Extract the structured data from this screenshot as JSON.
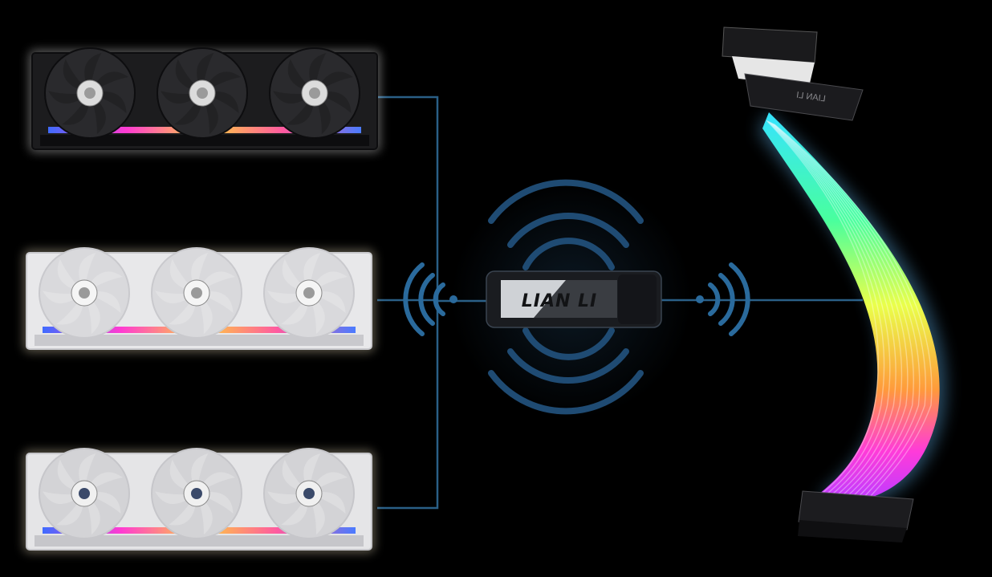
{
  "dongle": {
    "brand_label": "LIAN LI"
  },
  "cable": {
    "connector_label": "LIAN LI"
  },
  "fan_groups": [
    {
      "id": "black-fans",
      "body_color": "#1c1c1e",
      "blade_color": "#2a2a2d",
      "frame_color": "#0d0d0f",
      "glow": "#ffffff",
      "hub": "#dcdcdc"
    },
    {
      "id": "white-fans",
      "body_color": "#e8e8ea",
      "blade_color": "#d9d9dc",
      "frame_color": "#c9c9cd",
      "glow": "#fff2cc",
      "hub": "#f5f5f5"
    },
    {
      "id": "white-fans-lcd",
      "body_color": "#e5e5e7",
      "blade_color": "#d3d3d6",
      "frame_color": "#c6c6ca",
      "glow": "#fff2cc",
      "hub": "#f0f0f0"
    }
  ],
  "colors": {
    "background": "#000000",
    "connector_line": "#2a5f86",
    "wave": "#1f4b73",
    "cable_glow": "#6fb7e8"
  },
  "icons": {
    "left_signal": "wireless-signal-icon",
    "right_signal": "wireless-signal-icon"
  }
}
